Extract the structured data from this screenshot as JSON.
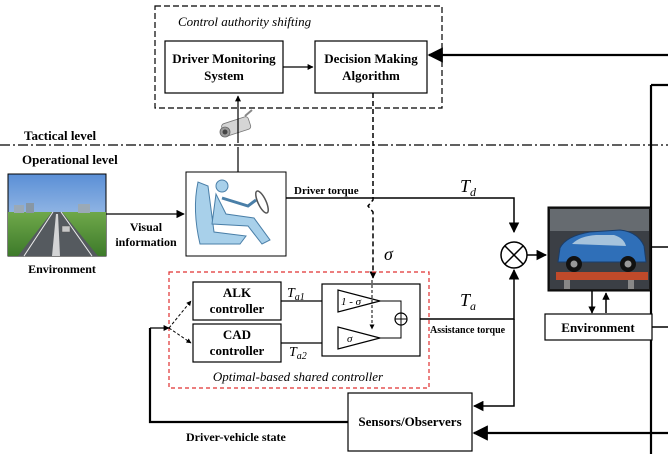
{
  "labels": {
    "control_authority": "Control authority shifting",
    "driver_monitoring_1": "Driver Monitoring",
    "driver_monitoring_2": "System",
    "decision_making_1": "Decision Making",
    "decision_making_2": "Algorithm",
    "tactical_level": "Tactical level",
    "operational_level": "Operational level",
    "environment_left": "Environment",
    "visual_info_1": "Visual",
    "visual_info_2": "information",
    "driver_torque": "Driver torque",
    "td_main": "T",
    "td_sub": "d",
    "sigma": "σ",
    "ta_main": "T",
    "ta_sub": "a",
    "alk_1": "ALK",
    "alk_2": "controller",
    "cad_1": "CAD",
    "cad_2": "controller",
    "ta1_main": "T",
    "ta1_sub": "a1",
    "ta2_main": "T",
    "ta2_sub": "a2",
    "gain_top": "1 - σ",
    "gain_bottom": "σ",
    "assistance_torque": "Assistance torque",
    "optimal_controller": "Optimal-based shared controller",
    "environment_right": "Environment",
    "sensors": "Sensors/Observers",
    "driver_vehicle_state": "Driver-vehicle state"
  },
  "images": {
    "road_scene": "road-scene-image",
    "driver_seat": "driver-in-seat-illustration",
    "camera": "camera-icon",
    "vehicle_photo": "car-on-test-bench-photo"
  },
  "colors": {
    "line": "#000000",
    "controller_border": "#e03030",
    "driver_fill": "#a8d0ea"
  }
}
